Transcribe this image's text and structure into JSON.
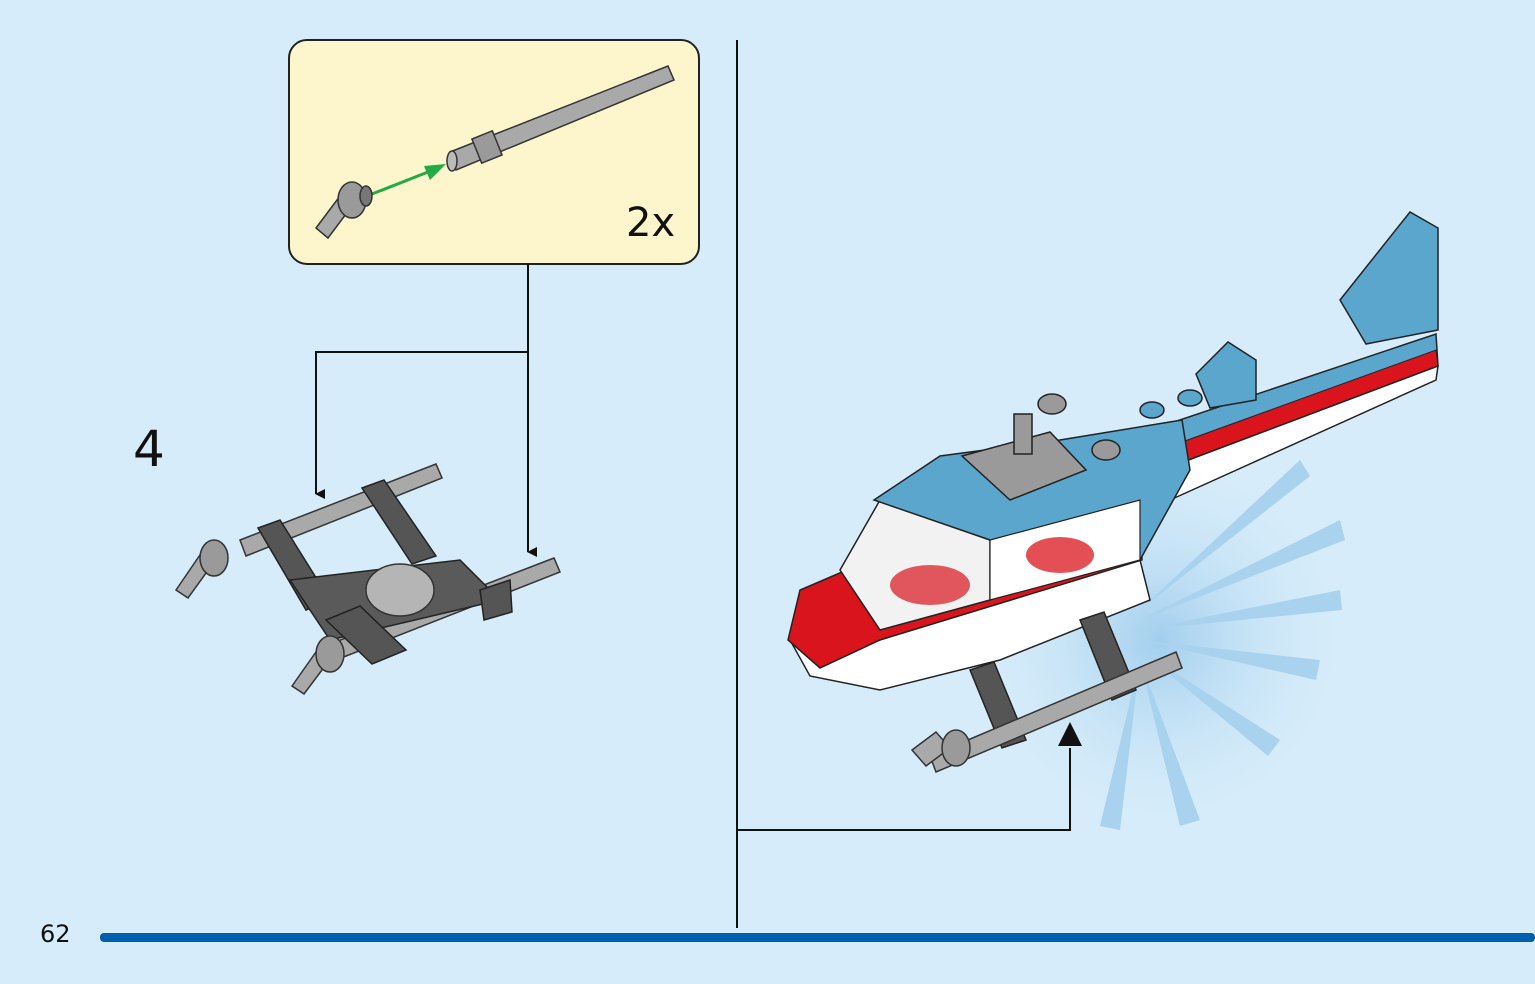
{
  "page": {
    "number": "62",
    "background_color": "#d6ecfa",
    "accent_color": "#0060b0"
  },
  "step": {
    "number": "4"
  },
  "callout": {
    "multiplier": "2x",
    "background_color": "#fdf5cc",
    "arrow_color": "#22aa44"
  },
  "model_colors": {
    "body_red": "#d9141c",
    "body_blue": "#5aa6cc",
    "body_white": "#ffffff",
    "part_grey": "#9a9a9a",
    "part_dark_grey": "#555555"
  },
  "icons": [
    "axle-part-icon",
    "connector-part-icon",
    "landing-skid-assembly-icon",
    "helicopter-model-icon"
  ]
}
